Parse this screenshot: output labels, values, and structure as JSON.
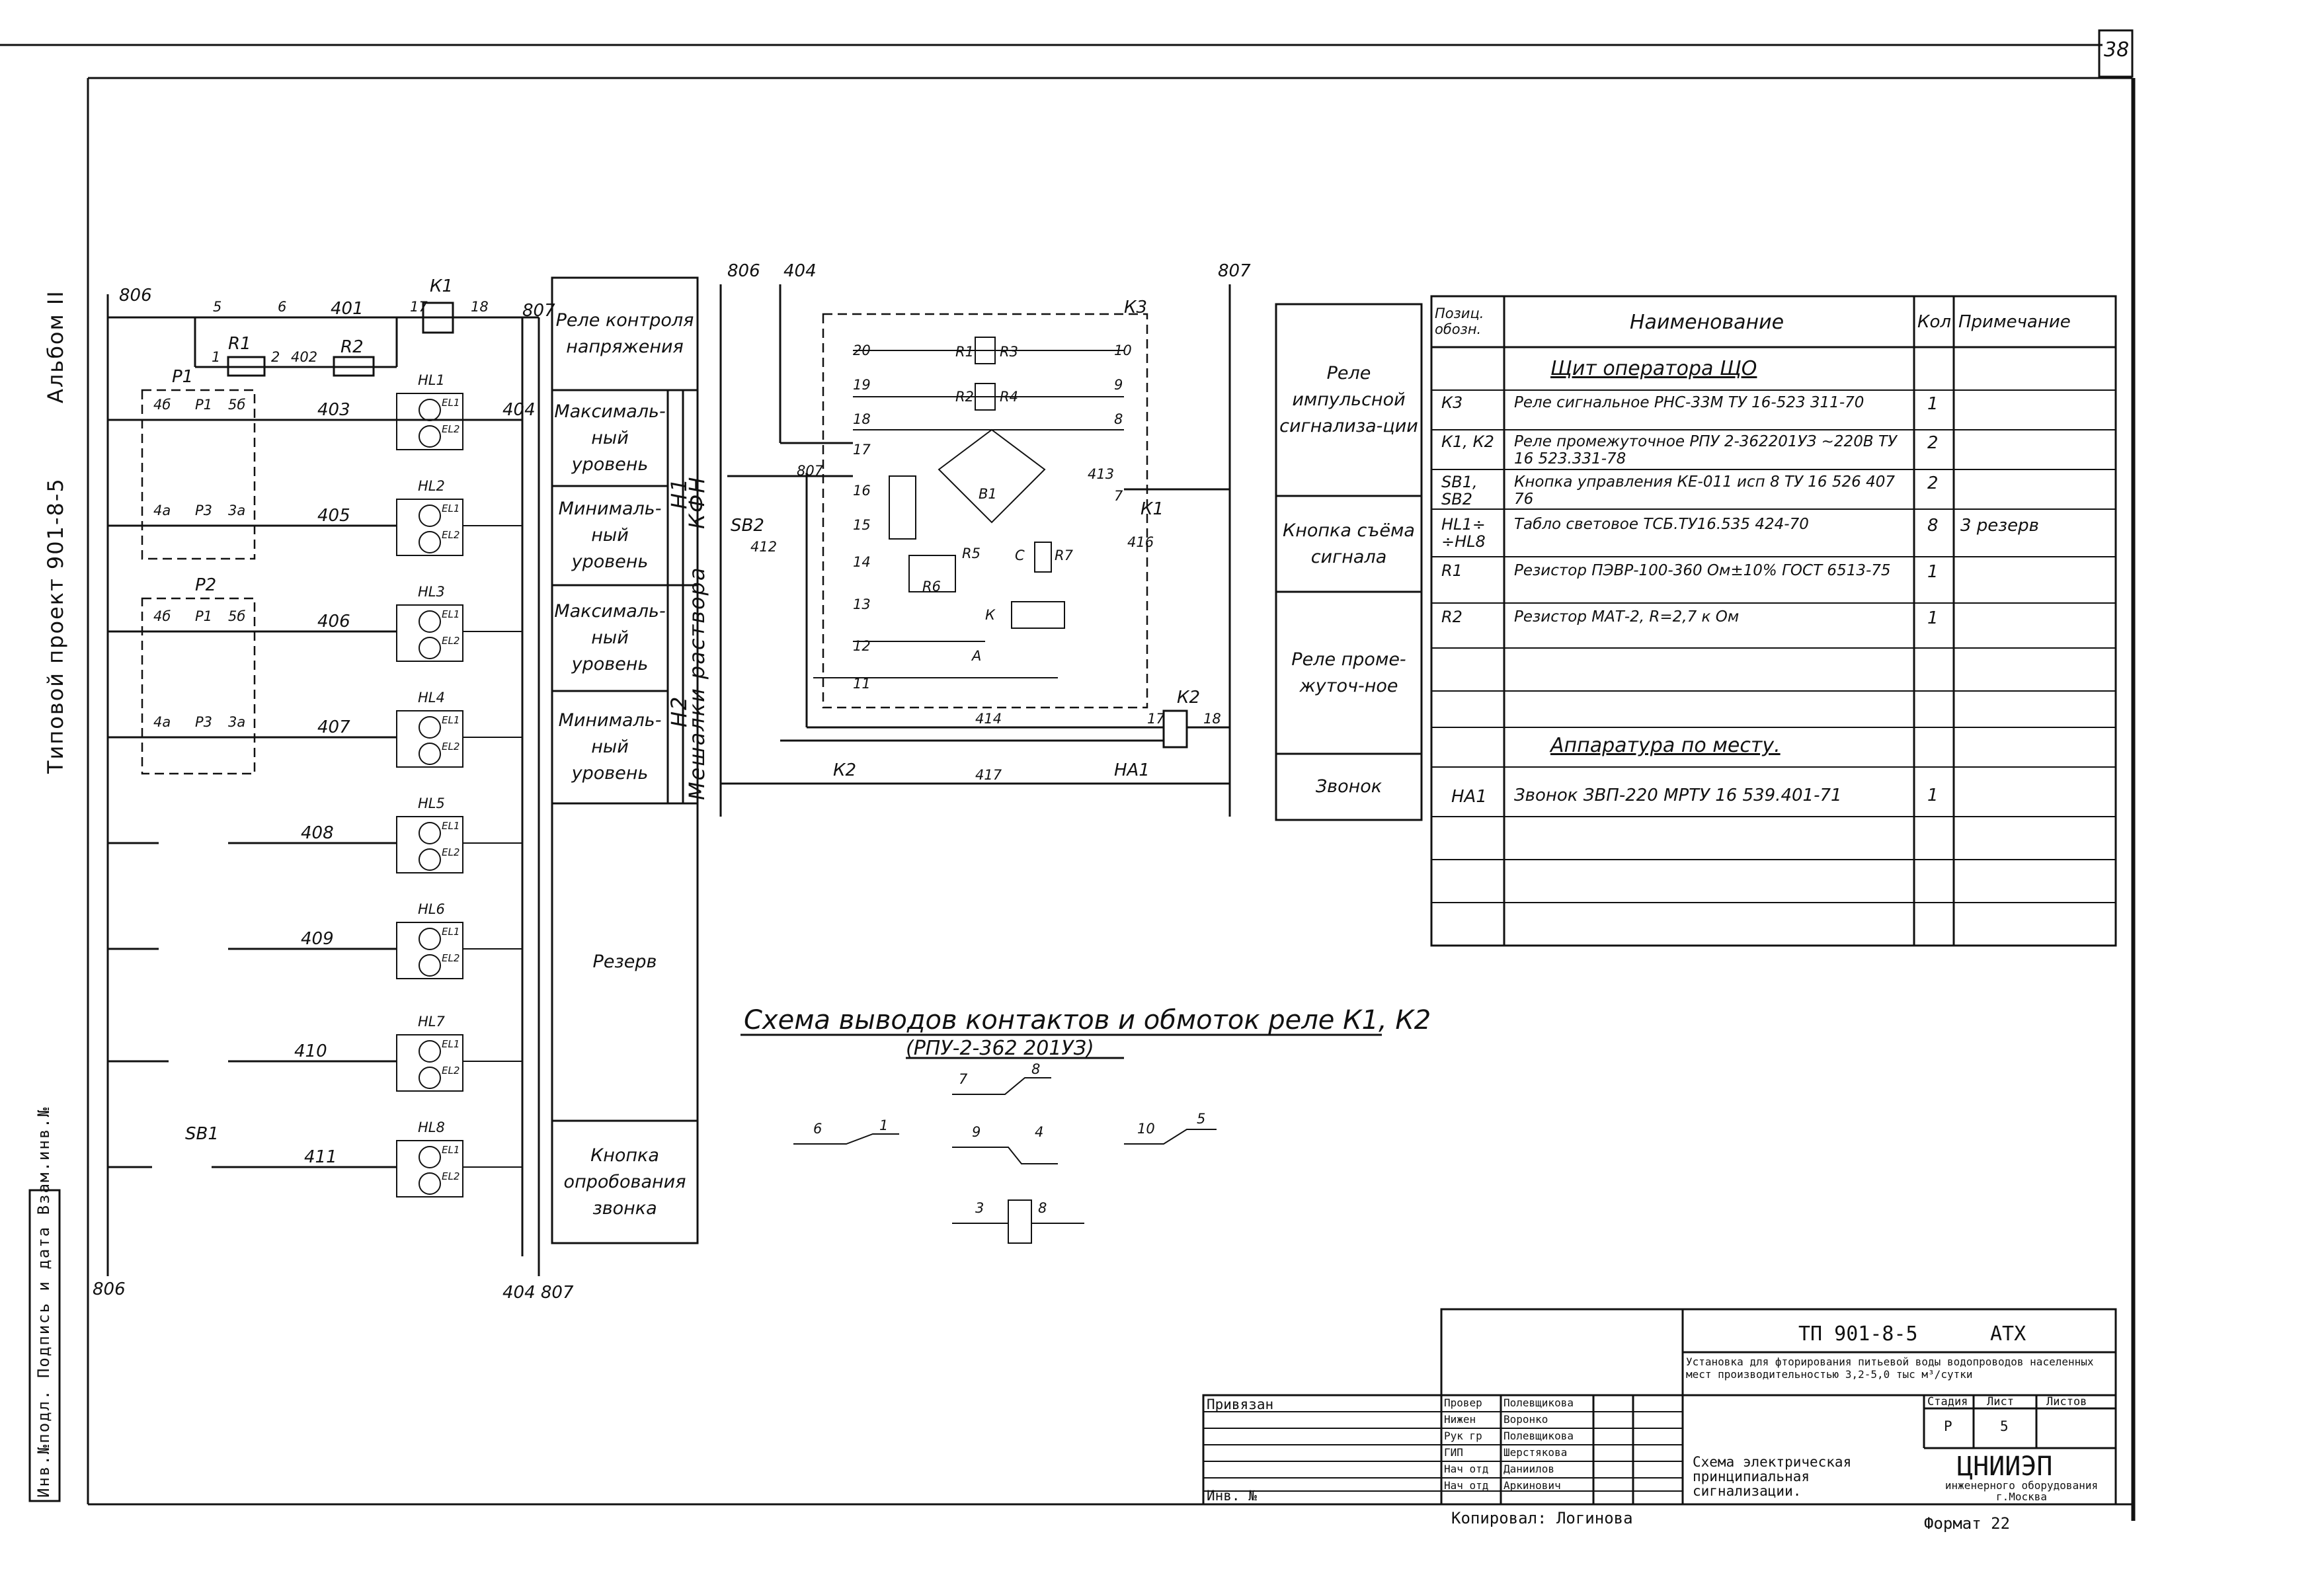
{
  "sheet": {
    "page_number": "38",
    "side_album": "Альбом II",
    "side_project": "Типовой проект 901-8-5",
    "side_stamp": "Инв.№подл. Подпись и дата Взам.инв.№"
  },
  "left_diagram": {
    "bus_left_top": "806",
    "bus_left_bottom": "806",
    "bus_right_top": "807",
    "bus_right_bottom": "404 807",
    "relay_k1": "К1",
    "wires": [
      "401",
      "402",
      "403",
      "405",
      "406",
      "407",
      "408",
      "409",
      "410",
      "411",
      "404"
    ],
    "nodes": [
      "5",
      "6",
      "17",
      "18",
      "1",
      "2",
      "4б",
      "5б",
      "4а",
      "3а"
    ],
    "elements": [
      "R1",
      "P1",
      "R2",
      "P2",
      "Р1",
      "Р3",
      "SB1"
    ],
    "lamps": [
      "HL1",
      "HL2",
      "HL3",
      "HL4",
      "HL5",
      "HL6",
      "HL7",
      "HL8"
    ],
    "lamp_parts": [
      "EL1",
      "EL2"
    ]
  },
  "left_functions": [
    "Реле контроля напряжения",
    "Максималь-ный уровень",
    "Минималь-ный уровень",
    "Максималь-ный уровень",
    "Минималь-ный уровень",
    "Резерв",
    "Кнопка опробования звонка"
  ],
  "left_function_groups": [
    "Н1",
    "КФН",
    "Н2",
    "Мешалки раствора"
  ],
  "middle_diagram": {
    "bus_left": "806",
    "bus_404": "404",
    "bus_right": "807",
    "relay_k3": "К3",
    "terminals": [
      "20",
      "19",
      "18",
      "17",
      "16",
      "15",
      "14",
      "13",
      "12",
      "11",
      "10",
      "9",
      "8",
      "7"
    ],
    "components": [
      "R1",
      "R2",
      "R3",
      "R4",
      "R5",
      "R6",
      "С",
      "R7",
      "В1",
      "К",
      "А"
    ],
    "wires": [
      "413",
      "412",
      "416",
      "414",
      "417",
      "807"
    ],
    "button": "SВ2",
    "relay_k2": "К2",
    "k2_nodes": [
      "17",
      "18"
    ],
    "bell": "НА1",
    "k1_contact": "К1"
  },
  "middle_functions": [
    "Реле импульсной сигнализа-ции",
    "Кнопка съёма сигнала",
    "Реле проме-жуточ-ное",
    "Звонок"
  ],
  "relay_scheme": {
    "title": "Схема выводов контактов и обмоток реле К1, К2",
    "subtitle": "(РПУ-2-362 201УЗ)",
    "pins": [
      "7",
      "8",
      "6",
      "1",
      "9",
      "4",
      "10",
      "5",
      "3",
      "8"
    ]
  },
  "spec_table": {
    "headers": [
      "Позиц. обозн.",
      "Наименование",
      "Кол",
      "Примечание"
    ],
    "section1": "Щит оператора ЩО",
    "rows": [
      {
        "pos": "К3",
        "name": "Реле сигнальное РНС-33М ТУ 16-523 311-70",
        "qty": "1",
        "note": ""
      },
      {
        "pos": "К1, К2",
        "name": "Реле промежуточное РПУ 2-362201УЗ ~220В ТУ 16 523.331-78",
        "qty": "2",
        "note": ""
      },
      {
        "pos": "SВ1, SВ2",
        "name": "Кнопка управления КЕ-011 исп 8 ТУ 16 526 407 76",
        "qty": "2",
        "note": ""
      },
      {
        "pos": "HL1÷ ÷HL8",
        "name": "Табло световое ТСБ.ТУ16.535 424-70",
        "qty": "8",
        "note": "3 резерв"
      },
      {
        "pos": "R1",
        "name": "Резистор ПЭВР-100-360 Ом±10% ГОСТ 6513-75",
        "qty": "1",
        "note": ""
      },
      {
        "pos": "R2",
        "name": "Резистор МАТ-2, R=2,7 к Ом",
        "qty": "1",
        "note": ""
      }
    ],
    "section2": "Аппаратура по месту.",
    "rows2": [
      {
        "pos": "НА1",
        "name": "Звонок ЗВП-220 МРТУ 16 539.401-71",
        "qty": "1",
        "note": ""
      }
    ]
  },
  "title_block": {
    "code": "ТП 901-8-5",
    "section": "АТХ",
    "description": "Установка для фторирования питьевой воды водопроводов населенных мест производительностью 3,2-5,0 тыс м³/сутки",
    "stage_label": "Стадия",
    "sheet_label": "Лист",
    "sheets_label": "Листов",
    "stage": "Р",
    "sheet": "5",
    "privyazan": "Привязан",
    "inv": "Инв. №",
    "roles": [
      "Провер",
      "Нижен",
      "Рук гр",
      "ГИП",
      "Нач отд",
      "Нач отд"
    ],
    "names": [
      "Полевщикова",
      "Воронко",
      "Полевщикова",
      "Шерстякова",
      "Даниилов",
      "Аркинович"
    ],
    "drawing_title": "Схема электрическая принципиальная сигнализации.",
    "org": "ЦНИИЭП",
    "org_sub": "инженерного оборудования г.Москва",
    "copied": "Копировал: Логинова",
    "format": "Формат 22"
  }
}
